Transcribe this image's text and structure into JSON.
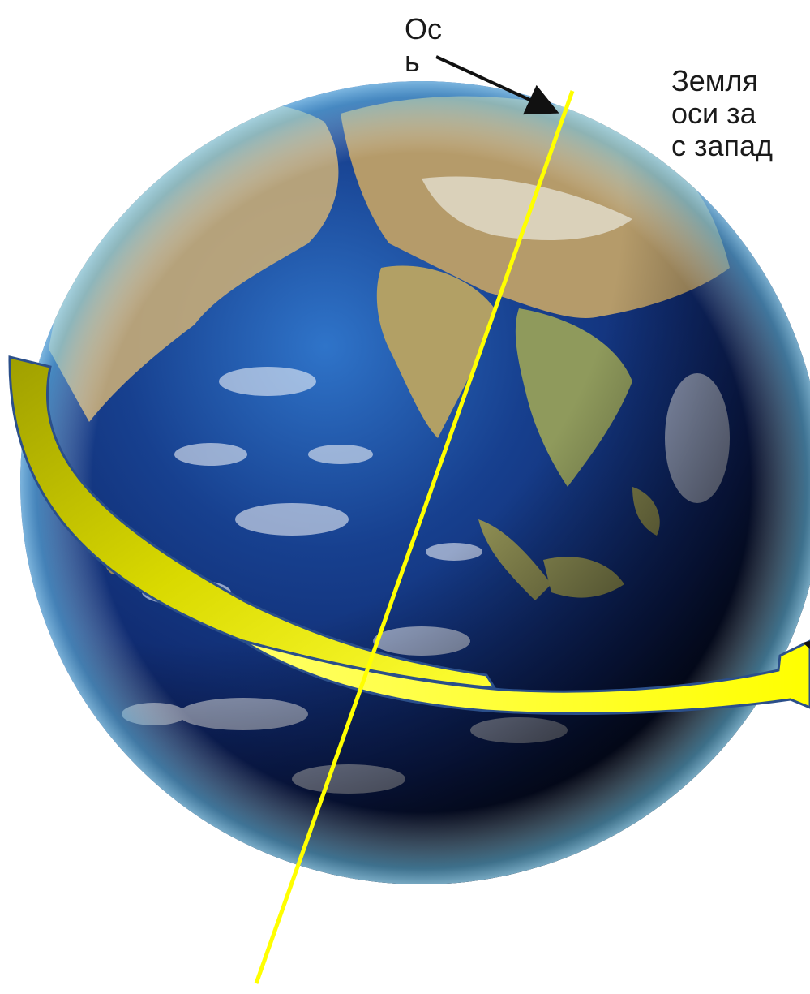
{
  "axis_label": "Ос ь",
  "caption_lines": [
    "Земля",
    "оси за",
    "с запад"
  ],
  "colors": {
    "axis": "#ffff00",
    "ocean_light": "#4fb6e8",
    "ocean_deep": "#0c1a5a",
    "land": "#b59b6a",
    "arrow_fill": "#ffff00",
    "arrow_edge": "#2b4f8a",
    "arrow_shade": "#a8a800"
  },
  "icons": {
    "earth": "earth-globe-icon",
    "rotation": "rotation-arrow-icon",
    "pointer": "pointer-arrow-icon"
  }
}
